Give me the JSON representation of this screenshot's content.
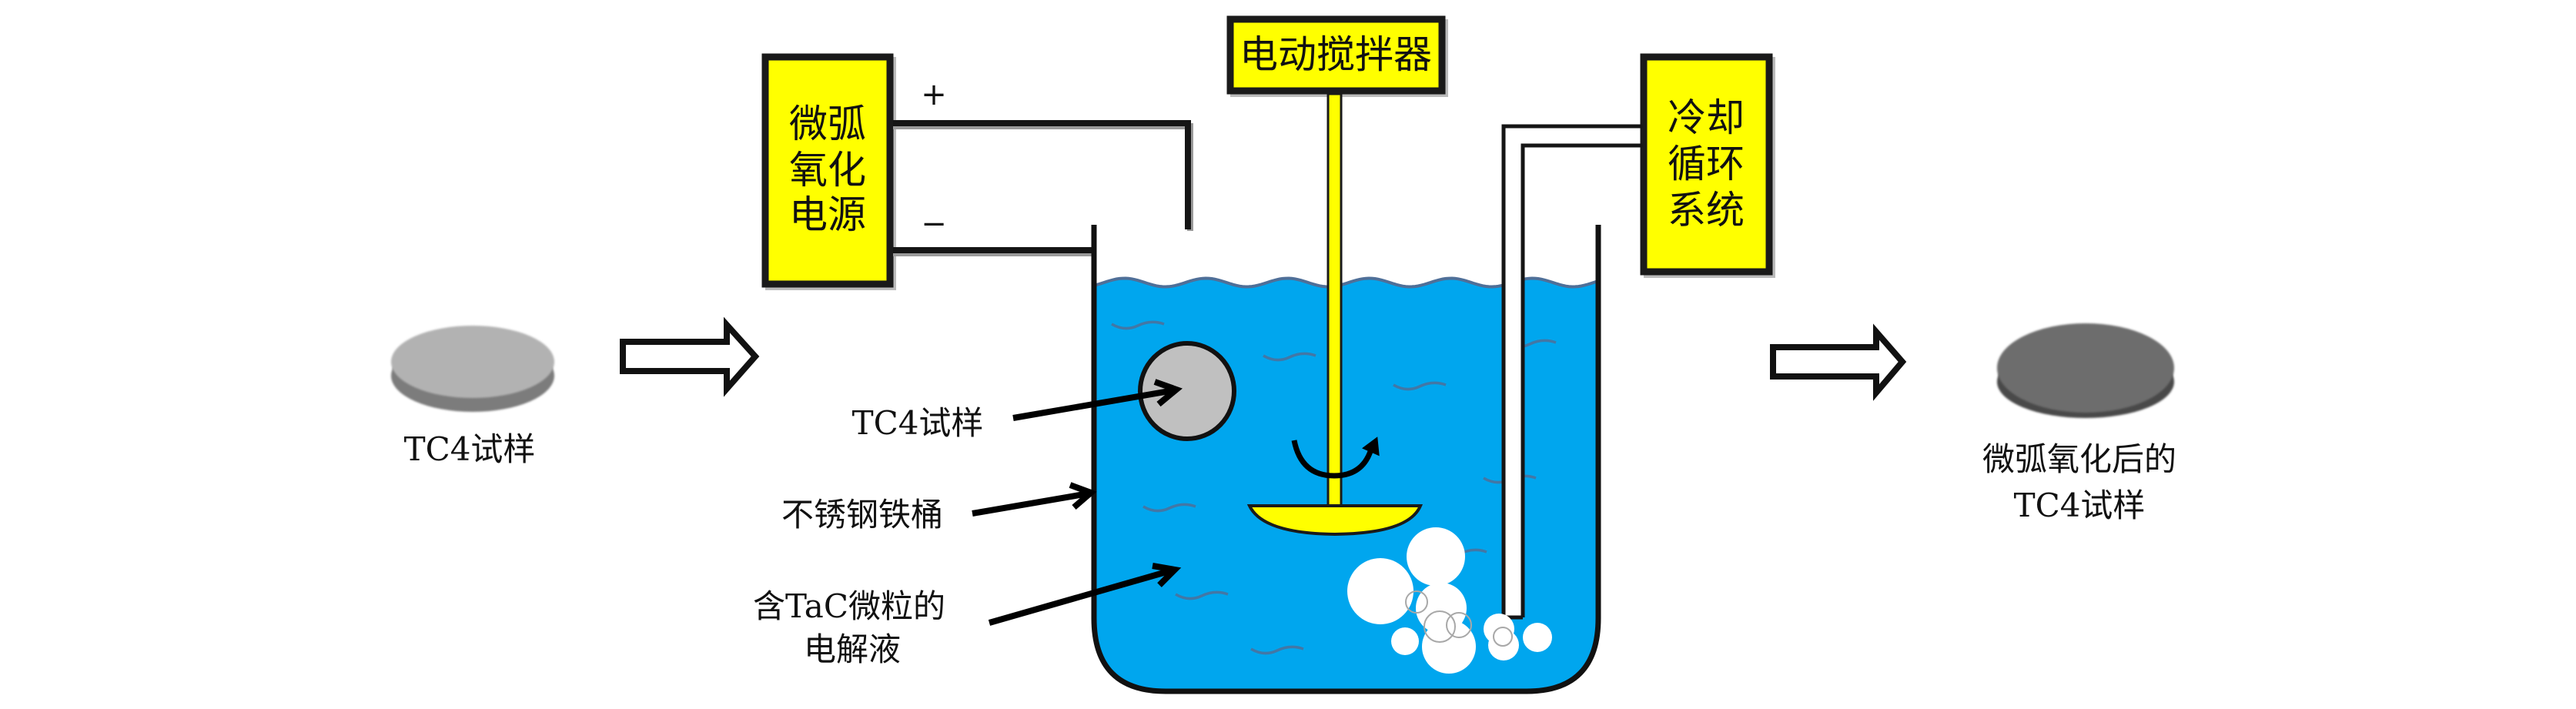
{
  "diagram": {
    "title": "TC4 micro-arc oxidation process schematic",
    "colors": {
      "box_fill": "#ffff00",
      "box_border": "#1a1a1a",
      "electrolyte": "#00a6ee",
      "wave_line": "#4f6f98",
      "sample_in_tank": "#c0c0c0",
      "raw_sample_top": "#b2b2b2",
      "raw_sample_side": "#7c7c7c",
      "treated_sample_top": "#6d6d6d",
      "treated_sample_side": "#4a4a4a",
      "bubble": "#ffffff",
      "stirrer_shaft": "#ffff00"
    },
    "nodes": {
      "raw_sample": {
        "label": "TC4试样",
        "icon": "sample-disk-icon"
      },
      "power_supply": {
        "lines": [
          "微弧",
          "氧化",
          "电源"
        ],
        "positive": "+",
        "negative": "−"
      },
      "stirrer": {
        "label": "电动搅拌器"
      },
      "cooling": {
        "lines": [
          "冷却",
          "循环",
          "系统"
        ]
      },
      "tank_sample": {
        "label": "TC4试样"
      },
      "tank": {
        "label": "不锈钢铁桶"
      },
      "electrolyte": {
        "lines": [
          "含TaC微粒的",
          "电解液"
        ]
      },
      "treated_sample": {
        "lines": [
          "微弧氧化后的",
          "TC4试样"
        ],
        "icon": "treated-sample-disk-icon"
      }
    },
    "flow_arrows": [
      {
        "from": "raw_sample",
        "to": "tank",
        "icon": "hollow-right-arrow-icon"
      },
      {
        "from": "tank",
        "to": "treated_sample",
        "icon": "hollow-right-arrow-icon"
      }
    ]
  }
}
